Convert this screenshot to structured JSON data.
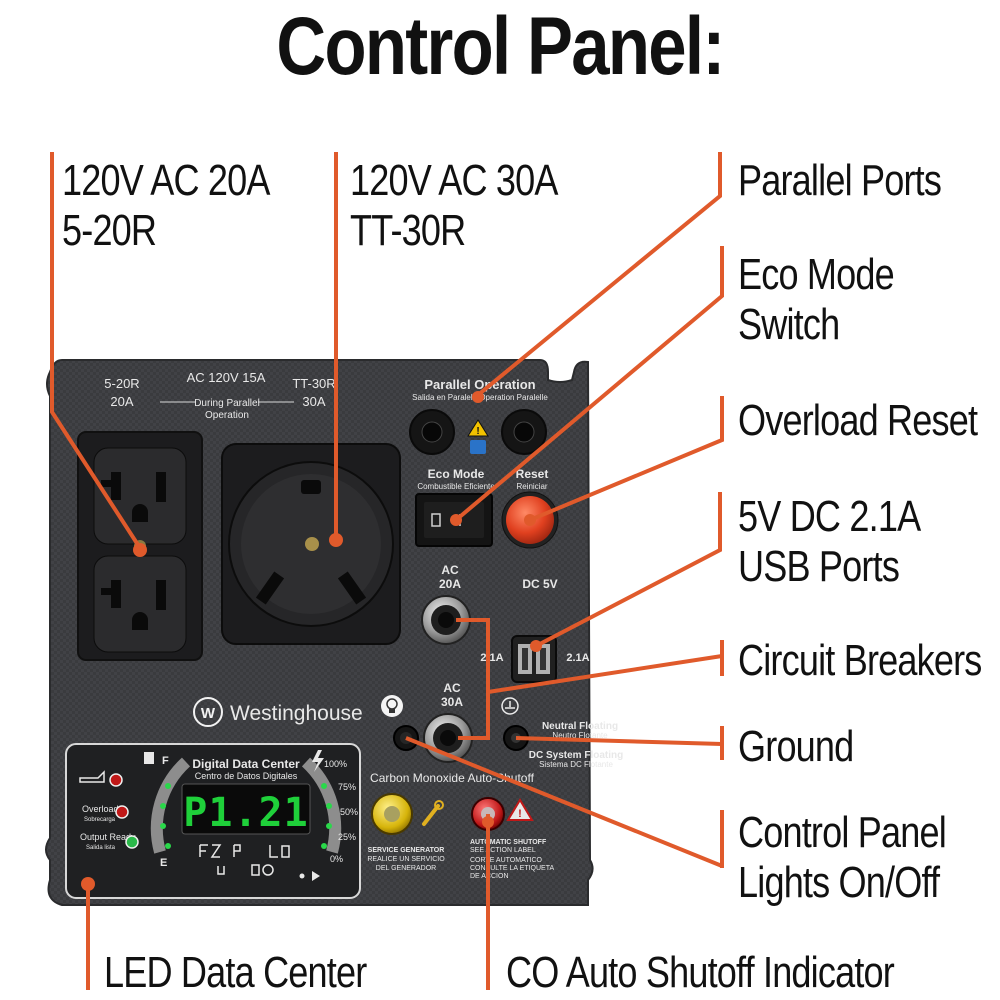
{
  "title": "Control Panel:",
  "callouts": {
    "outlet_20a": {
      "line1": "120V AC 20A",
      "line2": "5-20R"
    },
    "outlet_30a": {
      "line1": "120V AC 30A",
      "line2": "TT-30R"
    },
    "parallel_ports": {
      "line1": "Parallel Ports"
    },
    "eco_mode": {
      "line1": "Eco Mode",
      "line2": "Switch"
    },
    "overload_reset": {
      "line1": "Overload Reset"
    },
    "usb_ports": {
      "line1": "5V DC 2.1A",
      "line2": "USB Ports"
    },
    "circuit_breakers": {
      "line1": "Circuit Breakers"
    },
    "ground": {
      "line1": "Ground"
    },
    "panel_lights": {
      "line1": "Control Panel",
      "line2": "Lights On/Off"
    },
    "led_data_center": {
      "line1": "LED Data Center"
    },
    "co_shutoff": {
      "line1": "CO Auto Shutoff Indicator"
    }
  },
  "panel": {
    "rating_left": {
      "line1": "5-20R",
      "line2": "20A"
    },
    "rating_center": {
      "line1": "AC 120V 15A",
      "line2": "During Parallel",
      "line3": "Operation"
    },
    "rating_right": {
      "line1": "TT-30R",
      "line2": "30A"
    },
    "parallel": {
      "line1": "Parallel Operation",
      "line2": "Salida en Paralelo Operation Paralelle"
    },
    "eco": {
      "line1": "Eco Mode",
      "line2": "Combustible Eficiente"
    },
    "reset": {
      "line1": "Reset",
      "line2": "Reiniciar"
    },
    "breaker_20": {
      "line1": "AC",
      "line2": "20A"
    },
    "breaker_30": {
      "line1": "AC",
      "line2": "30A"
    },
    "dc5v": "DC 5V",
    "usb_left": "2.1A",
    "usb_right": "2.1A",
    "brand": "Westinghouse",
    "neutral": {
      "line1": "Neutral Floating",
      "line2": "Neutro Flotante"
    },
    "dc_system": {
      "line1": "DC System Floating",
      "line2": "Sistema DC Flotante"
    },
    "co_label": "Carbon Monoxide Auto-Shutoff",
    "service": {
      "line1": "SERVICE GENERATOR",
      "line2": "REALICE UN SERVICIO",
      "line3": "DEL GENERADOR"
    },
    "auto_shutoff": {
      "line1": "AUTOMATIC SHUTOFF",
      "line2": "SEE ACTION LABEL",
      "line3": "CORTE AUTOMATICO",
      "line4": "CONSULTE LA ETIQUETA",
      "line5": "DE ACCION"
    },
    "ddc": {
      "line1": "Digital Data Center",
      "line2": "Centro de Datos Digitales"
    },
    "display_value": "P1.21",
    "fuel_f": "F",
    "fuel_e": "E",
    "load_100": "100%",
    "load_75": "75%",
    "load_50": "50%",
    "load_25": "25%",
    "load_0": "0%",
    "overload": {
      "line1": "Overload",
      "line2": "Sobrecarga"
    },
    "output_ready": {
      "line1": "Output Ready",
      "line2": "Salida lista"
    }
  },
  "colors": {
    "accent": "#e05a2b",
    "panel": "#3a3b3e",
    "display": "#1fd03a"
  }
}
